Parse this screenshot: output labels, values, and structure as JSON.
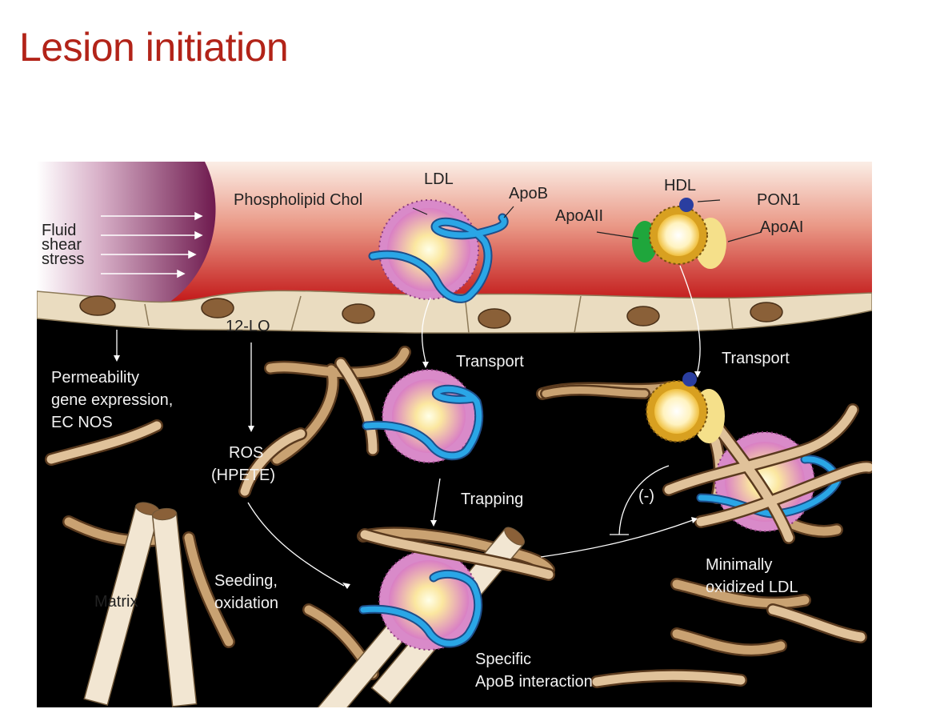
{
  "title": "Lesion initiation",
  "labels": {
    "ldl": "LDL",
    "phospholipid_chol": "Phospholipid Chol",
    "apob": "ApoB",
    "hdl": "HDL",
    "pon1": "PON1",
    "apoaii": "ApoAII",
    "apoai": "ApoAI",
    "fluid_line1": "Fluid",
    "fluid_line2": "shear",
    "fluid_line3": "stress",
    "twelve_lo": "12-LO",
    "permeability_line1": "Permeability",
    "permeability_line2": "gene expression,",
    "permeability_line3": "EC NOS",
    "ros_line1": "ROS",
    "ros_line2": "(HPETE)",
    "transport_left": "Transport",
    "transport_right": "Transport",
    "trapping": "Trapping",
    "inhibit": "(-)",
    "seeding_line1": "Seeding,",
    "seeding_line2": "oxidation",
    "matrix": "Matrix",
    "minox_line1": "Minimally",
    "minox_line2": "oxidized LDL",
    "specific_line1": "Specific",
    "specific_line2": "ApoB interaction"
  },
  "colors": {
    "title": "#b22318",
    "lumen_top": "#f7e6dc",
    "lumen_bottom": "#c81e1e",
    "endothelium": "#eadcc0",
    "nucleus": "#8a6038",
    "ldl_body": "#d98ac9",
    "ldl_core": "#fff4b0",
    "apob": "#2a9fdc",
    "hdl_shell": "#d8a020",
    "apoaii": "#1fa63c",
    "apoai": "#f5e08a",
    "pon1": "#2a3ea0",
    "fiber": "#b88e5c",
    "matrix_fiber": "#f0e2cc",
    "shear_region": "#7a1f55",
    "background": "#000000"
  }
}
